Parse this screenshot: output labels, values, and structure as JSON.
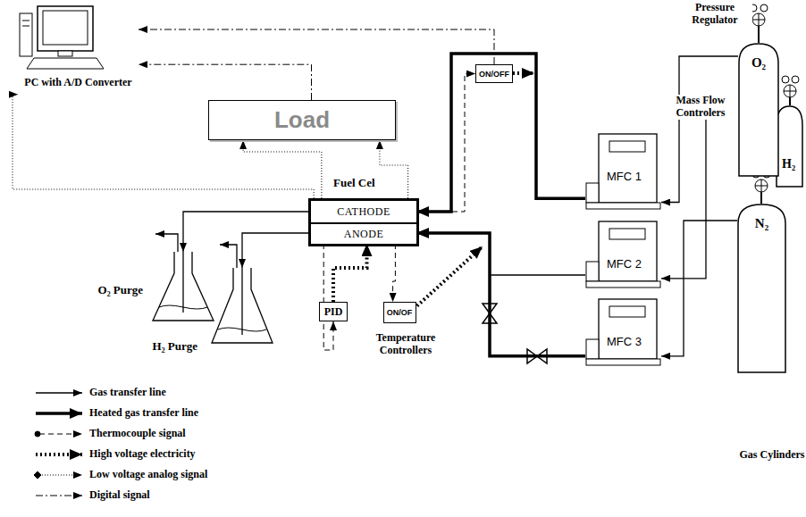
{
  "diagram": {
    "nodes": [
      {
        "text": [
          "PC with A/D Converter"
        ]
      },
      {
        "text": [
          "Load"
        ]
      },
      {
        "text": [
          "Fuel Cel"
        ]
      },
      {
        "text": [
          "CATHODE"
        ],
        "in": 2
      },
      {
        "text": [
          "ANODE"
        ],
        "in": 2
      },
      {
        "text": [
          "ON/OFF"
        ]
      },
      {
        "text": [
          "MFC 1"
        ]
      },
      {
        "text": [
          "MFC 2"
        ]
      },
      {
        "text": [
          "MFC 3"
        ]
      },
      {
        "text": [
          "PID"
        ]
      },
      {
        "text": [
          "ON/OF"
        ]
      },
      {
        "text": [
          "O₂"
        ]
      },
      {
        "text": [
          "H₂"
        ]
      },
      {
        "text": [
          "N₂"
        ]
      },
      {
        "text": [
          "O₂ Purge"
        ]
      },
      {
        "text": [
          "H₂ Purge"
        ]
      }
    ],
    "edges": [
      {
        "from": 6,
        "to": 3,
        "arrow": "to"
      },
      {
        "from": 8,
        "to": 4,
        "arrow": "to"
      },
      {
        "from": 7,
        "to": 4,
        "arrow": "to"
      },
      {
        "from": 11,
        "to": 6,
        "arrow": "to"
      },
      {
        "from": 12,
        "to": 7,
        "arrow": "to"
      },
      {
        "from": 13,
        "to": 8,
        "arrow": "to"
      },
      {
        "from": 3,
        "to": 14,
        "arrow": "to"
      },
      {
        "from": 4,
        "to": 15,
        "arrow": "to"
      },
      {
        "from": 3,
        "to": 5,
        "arrow": "to"
      },
      {
        "from": 5,
        "to": 0,
        "arrow": "to"
      },
      {
        "from": 2,
        "to": 1,
        "arrow": "to"
      },
      {
        "from": 2,
        "to": 1,
        "arrow": "to"
      },
      {
        "from": 2,
        "to": 0,
        "arrow": "to"
      },
      {
        "from": 1,
        "to": 0,
        "arrow": "to"
      },
      {
        "from": 4,
        "to": 9,
        "arrow": "to"
      },
      {
        "from": 9,
        "to": 4,
        "arrow": "to"
      },
      {
        "from": 4,
        "to": 10,
        "arrow": "to"
      }
    ],
    "labels": [
      "Pressure Regulator",
      "Mass Flow Controlers",
      "Temperature Controllers",
      "Gas Cylinders"
    ],
    "legend": [
      {
        "text": "Gas transfer line"
      },
      {
        "text": "Heated gas transfer line"
      },
      {
        "text": "Thermocouple signal"
      },
      {
        "text": "High voltage electricity"
      },
      {
        "text": "Low voltage analog signal"
      },
      {
        "text": "Digital signal"
      }
    ]
  }
}
